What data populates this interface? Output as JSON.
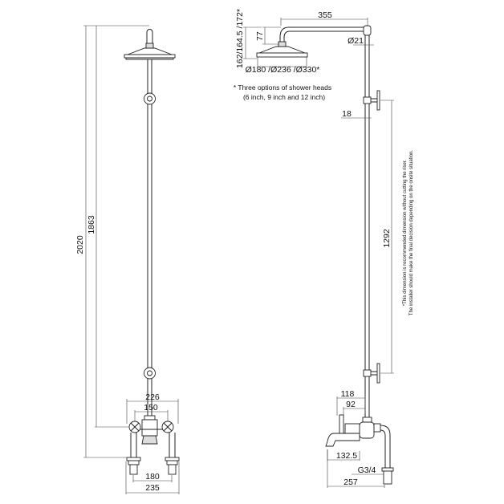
{
  "front_view": {
    "dim_total_height": "2020",
    "dim_height_to_outlet": "1863",
    "dim_mixer_width": "226",
    "dim_handle_centers": "150",
    "dim_leg_centers": "180",
    "dim_base_width": "235"
  },
  "side_view": {
    "dim_arm_projection": "355",
    "dim_arm_drop": "77",
    "dim_head_height": "162/164.5 /172*",
    "dim_head_diameter": "Ø180 /Ø236 /Ø330*",
    "dim_riser_diameter": "Ø21",
    "dim_bracket_offset": "18",
    "dim_bracket_spacing": "1292",
    "dim_handle_projection": "118",
    "dim_body_projection": "92",
    "dim_spout_projection": "132.5",
    "dim_thread": "G3/4",
    "dim_overall_depth": "257"
  },
  "notes": {
    "shower_heads_line1": "* Three options of shower heads",
    "shower_heads_line2": "(6 inch, 9 inch and 12 inch)",
    "bracket_line1": "*This dimension is recommended dimension without cutting the riser.",
    "bracket_line2": "The installer should make the final decision depending on the onsite situation."
  }
}
